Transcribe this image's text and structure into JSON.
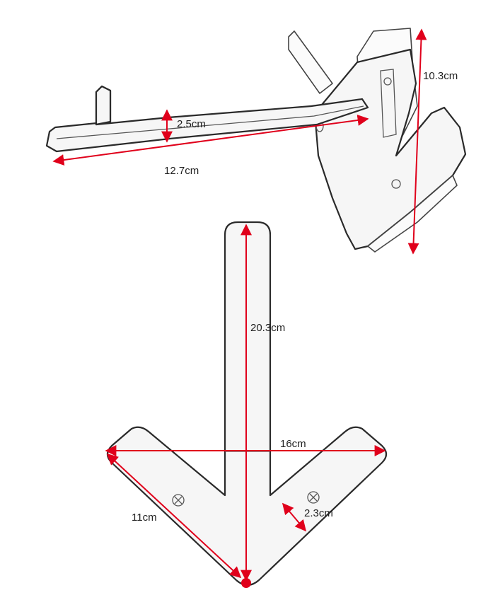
{
  "colors": {
    "dimension": "#e0001b",
    "outline": "#2a2a2a",
    "fill": "#f6f6f6"
  },
  "top_view": {
    "dims": {
      "height": "10.3cm",
      "arm_width": "2.5cm",
      "arm_length": "12.7cm"
    }
  },
  "front_view": {
    "dims": {
      "stem_length": "20.3cm",
      "span": "16cm",
      "wing_length": "11cm",
      "wing_width": "2.3cm"
    }
  }
}
